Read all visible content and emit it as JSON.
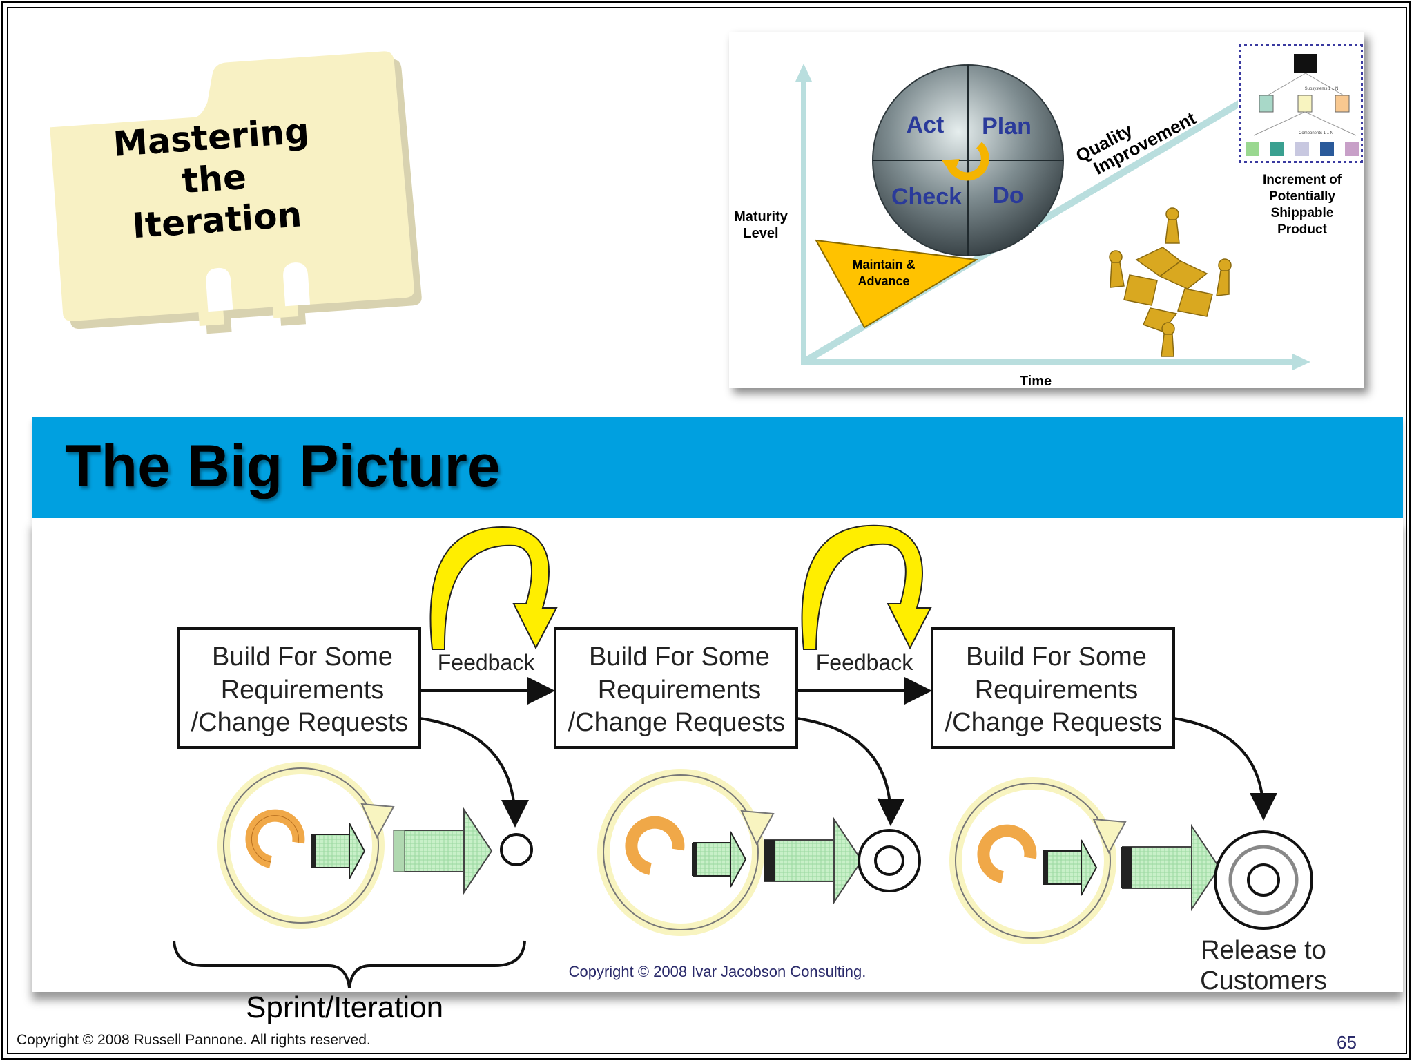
{
  "tab_card": {
    "title_lines": [
      "Mastering",
      "the",
      "Iteration"
    ]
  },
  "maturity_diagram": {
    "y_axis_label_lines": [
      "Maturity",
      "Level"
    ],
    "x_axis_label": "Time",
    "pdca": {
      "act": "Act",
      "plan": "Plan",
      "check": "Check",
      "do": "Do"
    },
    "wedge_label_lines": [
      "Maintain &",
      "Advance"
    ],
    "ramp_label_lines": [
      "Quality",
      "Improvement"
    ],
    "increment_label_lines": [
      "Increment of",
      "Potentially",
      "Shippable",
      "Product"
    ],
    "tree_labels": {
      "subsystems": "Subsystems 1 .. N",
      "components": "Components 1 .. N"
    }
  },
  "banner": {
    "title": "The Big Picture"
  },
  "big_picture": {
    "boxes": [
      {
        "lines": [
          "Build For Some",
          "Requirements",
          "/Change Requests"
        ]
      },
      {
        "lines": [
          "Build For Some",
          "Requirements",
          "/Change Requests"
        ]
      },
      {
        "lines": [
          "Build For Some",
          "Requirements",
          "/Change Requests"
        ]
      }
    ],
    "feedback_labels": [
      "Feedback",
      "Feedback"
    ],
    "inner_copyright": "Copyright © 2008 Ivar Jacobson Consulting.",
    "release_label_lines": [
      "Release to",
      "Customers"
    ],
    "sprint_label": "Sprint/Iteration"
  },
  "footer": {
    "copyright": "Copyright © 2008 Russell Pannone. All rights reserved.",
    "page_number": "65"
  },
  "colors": {
    "banner_blue": "#00a0e0",
    "tab_card": "#f8f1c4",
    "feedback_arrow": "#ffee00",
    "ramp": "#b9dede",
    "wedge": "#ffc200",
    "pdca_text": "#2a3a9a"
  }
}
